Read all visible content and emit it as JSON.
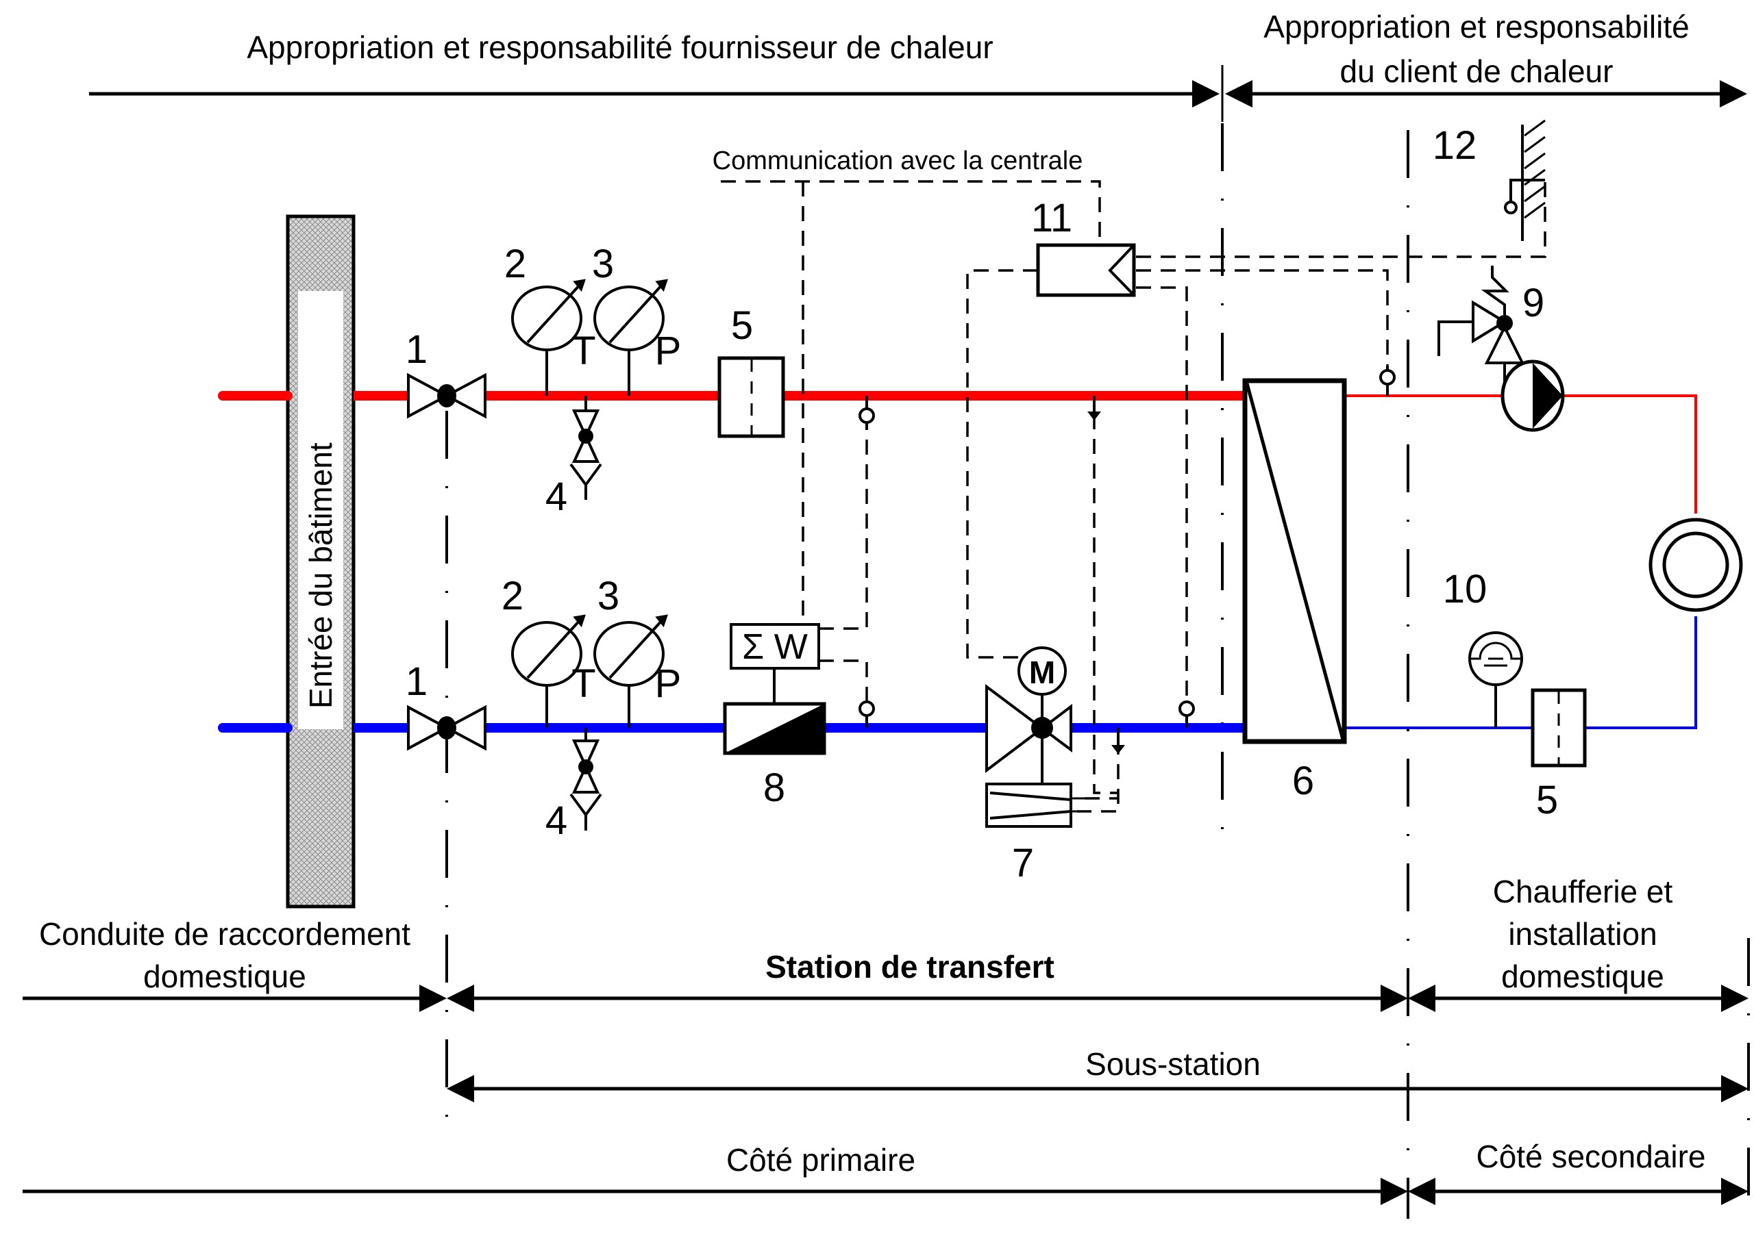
{
  "diagram": {
    "title_supplier": "Appropriation et responsabilité fournisseur de chaleur",
    "title_client_line1": "Appropriation et responsabilité",
    "title_client_line2": "du client de chaleur",
    "communication_label": "Communication avec la centrale",
    "building_entry_label": "Entrée du bâtiment",
    "gauge_T": "T",
    "gauge_P": "P",
    "heat_meter_label": "Σ W",
    "motor_label": "M",
    "colors": {
      "supply_hot": "#ff0000",
      "return_cold": "#0000ff",
      "line": "#000000"
    },
    "item_numbers": {
      "valve_top": "1",
      "valve_bottom": "1",
      "thermo_top": "2",
      "mano_top": "3",
      "thermo_bottom": "2",
      "mano_bottom": "3",
      "drain_top": "4",
      "drain_bottom": "4",
      "filter_primary": "5",
      "filter_secondary": "5",
      "heat_exchanger": "6",
      "control_valve": "7",
      "heat_meter": "8",
      "safety_valve": "9",
      "expansion_vessel": "10",
      "controller": "11",
      "outdoor_sensor": "12"
    },
    "zones": {
      "conduite_line1": "Conduite de raccordement",
      "conduite_line2": "domestique",
      "station_transfert": "Station de transfert",
      "chaufferie_line1": "Chaufferie et",
      "chaufferie_line2": "installation",
      "chaufferie_line3": "domestique",
      "sous_station": "Sous-station",
      "cote_primaire": "Côté primaire",
      "cote_secondaire": "Côté secondaire"
    }
  }
}
